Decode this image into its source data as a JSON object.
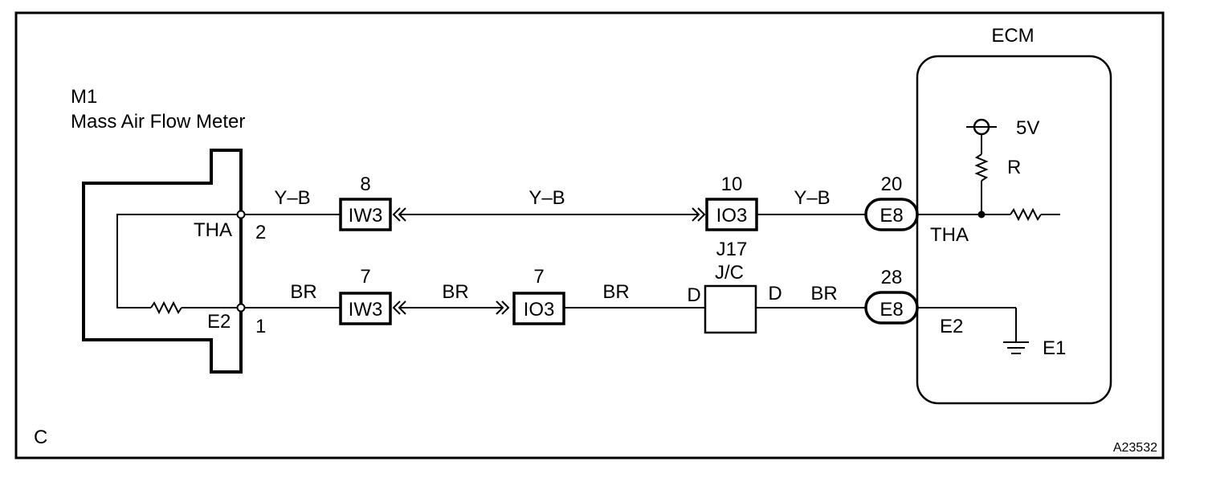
{
  "labels": {
    "component_id": "M1",
    "component_name": "Mass Air Flow Meter",
    "ecm": "ECM",
    "supply": "5V",
    "resistor": "R",
    "tha_sensor": "THA",
    "e2_sensor": "E2",
    "tha_ecm": "THA",
    "e2_ecm": "E2",
    "ground": "E1",
    "corner": "C",
    "figure_code": "A23532",
    "junction_id": "J17",
    "junction_type": "J/C",
    "junction_pin_left": "D",
    "junction_pin_right": "D"
  },
  "pins": {
    "sensor_tha": "2",
    "sensor_e2": "1",
    "iw3_top": "8",
    "iw3_bottom": "7",
    "io3_top": "10",
    "io3_bottom": "7",
    "e8_top": "20",
    "e8_bottom": "28"
  },
  "connectors": {
    "iw3_top": "IW3",
    "iw3_bottom": "IW3",
    "io3_top": "IO3",
    "io3_bottom": "IO3",
    "e8_top": "E8",
    "e8_bottom": "E8"
  },
  "wires": {
    "top_1": "Y–B",
    "top_2": "Y–B",
    "top_3": "Y–B",
    "bottom_1": "BR",
    "bottom_2": "BR",
    "bottom_3": "BR",
    "bottom_4": "BR"
  }
}
